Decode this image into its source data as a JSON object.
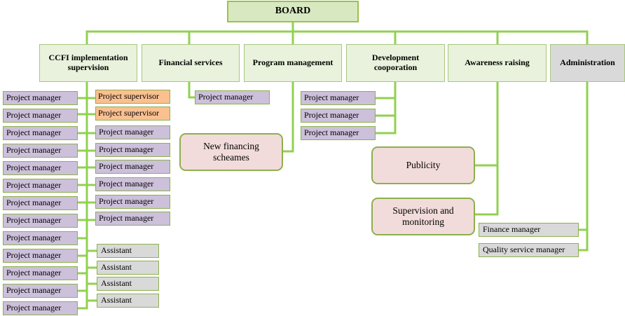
{
  "board": "BOARD",
  "departments": [
    "CCFI implementation supervision",
    "Financial services",
    "Program management",
    "Development cooporation",
    "Awareness raising",
    "Administration"
  ],
  "ccfi": {
    "left_column": [
      "Project manager",
      "Project manager",
      "Project manager",
      "Project manager",
      "Project manager",
      "Project manager",
      "Project manager",
      "Project manager",
      "Project manager",
      "Project manager",
      "Project manager",
      "Project manager",
      "Project manager"
    ],
    "right_supervisors": [
      "Project supervisor",
      "Project supervisor"
    ],
    "right_managers": [
      "Project manager",
      "Project manager",
      "Project manager",
      "Project manager",
      "Project manager",
      "Project manager"
    ],
    "right_assistants": [
      "Assistant",
      "Assistant",
      "Assistant",
      "Assistant"
    ]
  },
  "financial": {
    "manager": "Project manager"
  },
  "program": {
    "unit": "New financing scheames"
  },
  "development": {
    "managers": [
      "Project manager",
      "Project manager",
      "Project manager"
    ]
  },
  "awareness": {
    "units": [
      "Publicity",
      "Supervision and monitoring"
    ]
  },
  "administration": {
    "roles": [
      "Finance manager",
      "Quality service manager"
    ]
  },
  "colors": {
    "connector": "#92d050",
    "head_fill": "#e9f2dc",
    "board_fill": "#d8e9c1",
    "manager_fill": "#ccc0da",
    "supervisor_fill": "#fac090",
    "assistant_fill": "#d9d9d9",
    "unit_fill": "#f2dcdb"
  }
}
